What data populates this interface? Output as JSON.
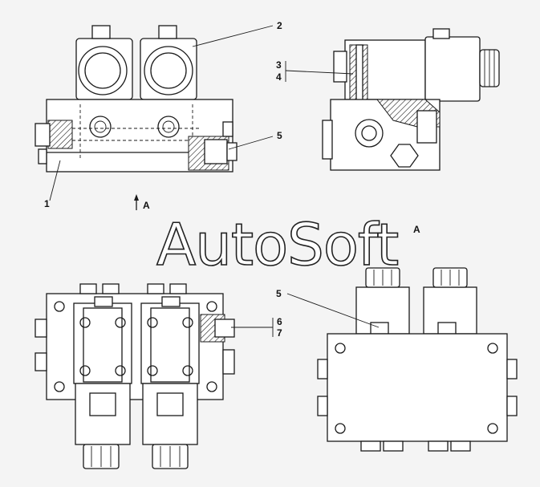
{
  "watermark": "AutoSoft",
  "view_label": "A",
  "arrow_label": "A",
  "callouts": {
    "c1": "1",
    "c2": "2",
    "c3": "3",
    "c4": "4",
    "c5_top": "5",
    "c5_bottom": "5",
    "c6": "6",
    "c7": "7"
  }
}
